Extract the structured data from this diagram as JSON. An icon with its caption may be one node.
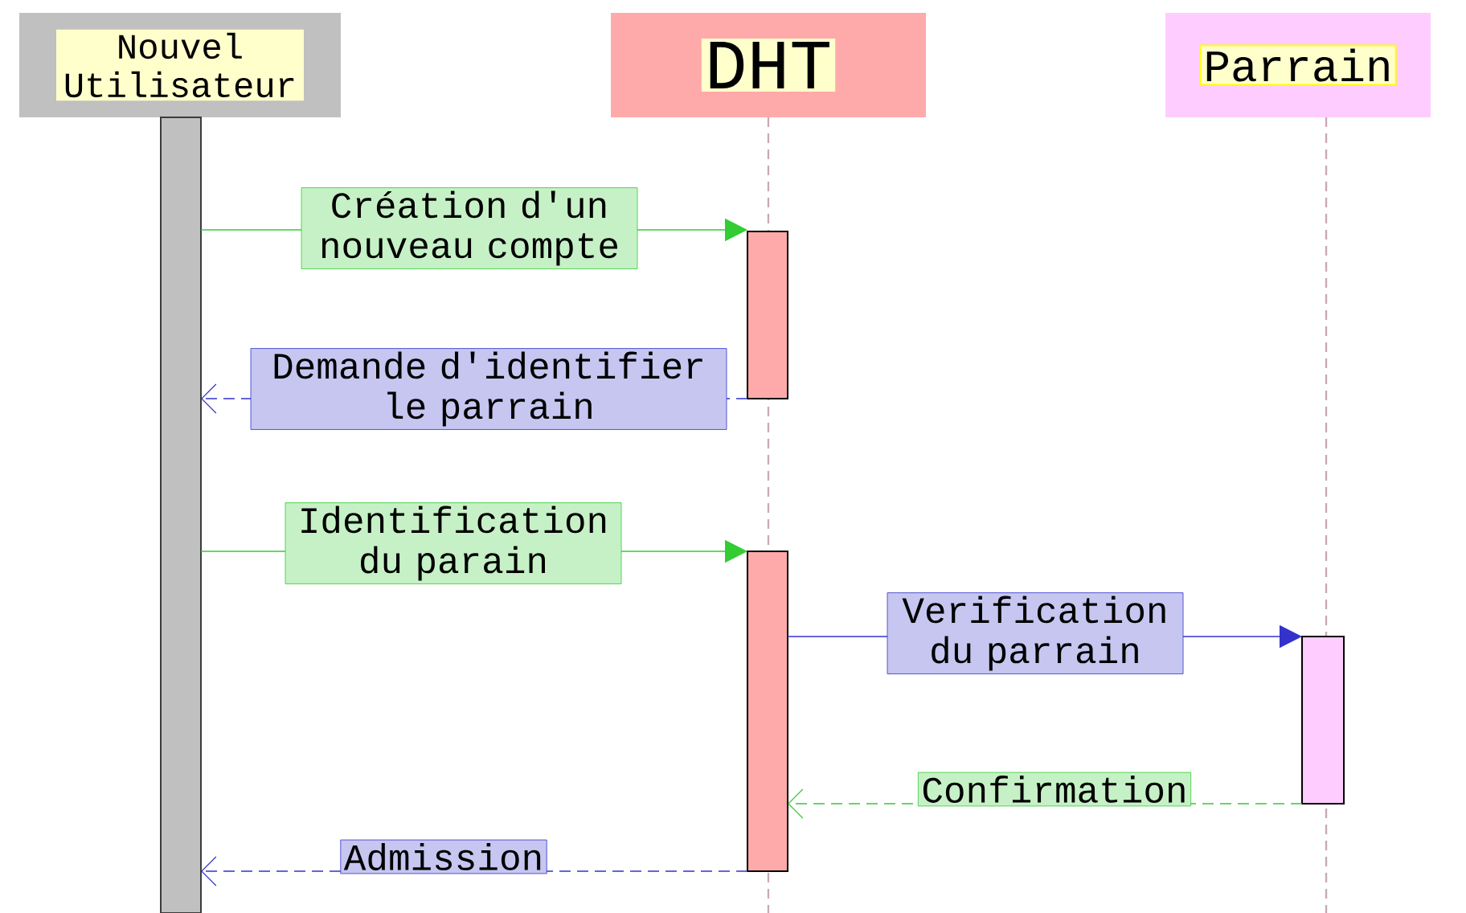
{
  "diagram": {
    "nodes": [
      {
        "text": [
          "Nouvel Utilisateur"
        ]
      },
      {
        "text": [
          "DHT"
        ]
      },
      {
        "text": [
          "Parrain"
        ]
      },
      {
        "text": [],
        "shape": "bar"
      },
      {
        "text": [],
        "shape": "bar"
      },
      {
        "text": [],
        "shape": "bar"
      },
      {
        "text": [],
        "shape": "bar"
      }
    ],
    "edges": [
      {
        "from": 3,
        "to": 4,
        "arrow": "to",
        "label": "Création d'un nouveau compte",
        "color": "#33cc33"
      },
      {
        "from": 4,
        "to": 3,
        "arrow": "to",
        "label": "Demande d'identifier le parrain",
        "style": "dashed",
        "color": "#3333cc"
      },
      {
        "from": 3,
        "to": 5,
        "arrow": "to",
        "label": "Identification du parain",
        "color": "#33cc33"
      },
      {
        "from": 5,
        "to": 6,
        "arrow": "to",
        "label": "Verification du parrain",
        "color": "#3333cc"
      },
      {
        "from": 6,
        "to": 5,
        "arrow": "to",
        "label": "Confirmation",
        "style": "dashed",
        "color": "#33cc33"
      },
      {
        "from": 5,
        "to": 3,
        "arrow": "to",
        "label": "Admission",
        "style": "dashed",
        "color": "#3333cc"
      }
    ]
  }
}
